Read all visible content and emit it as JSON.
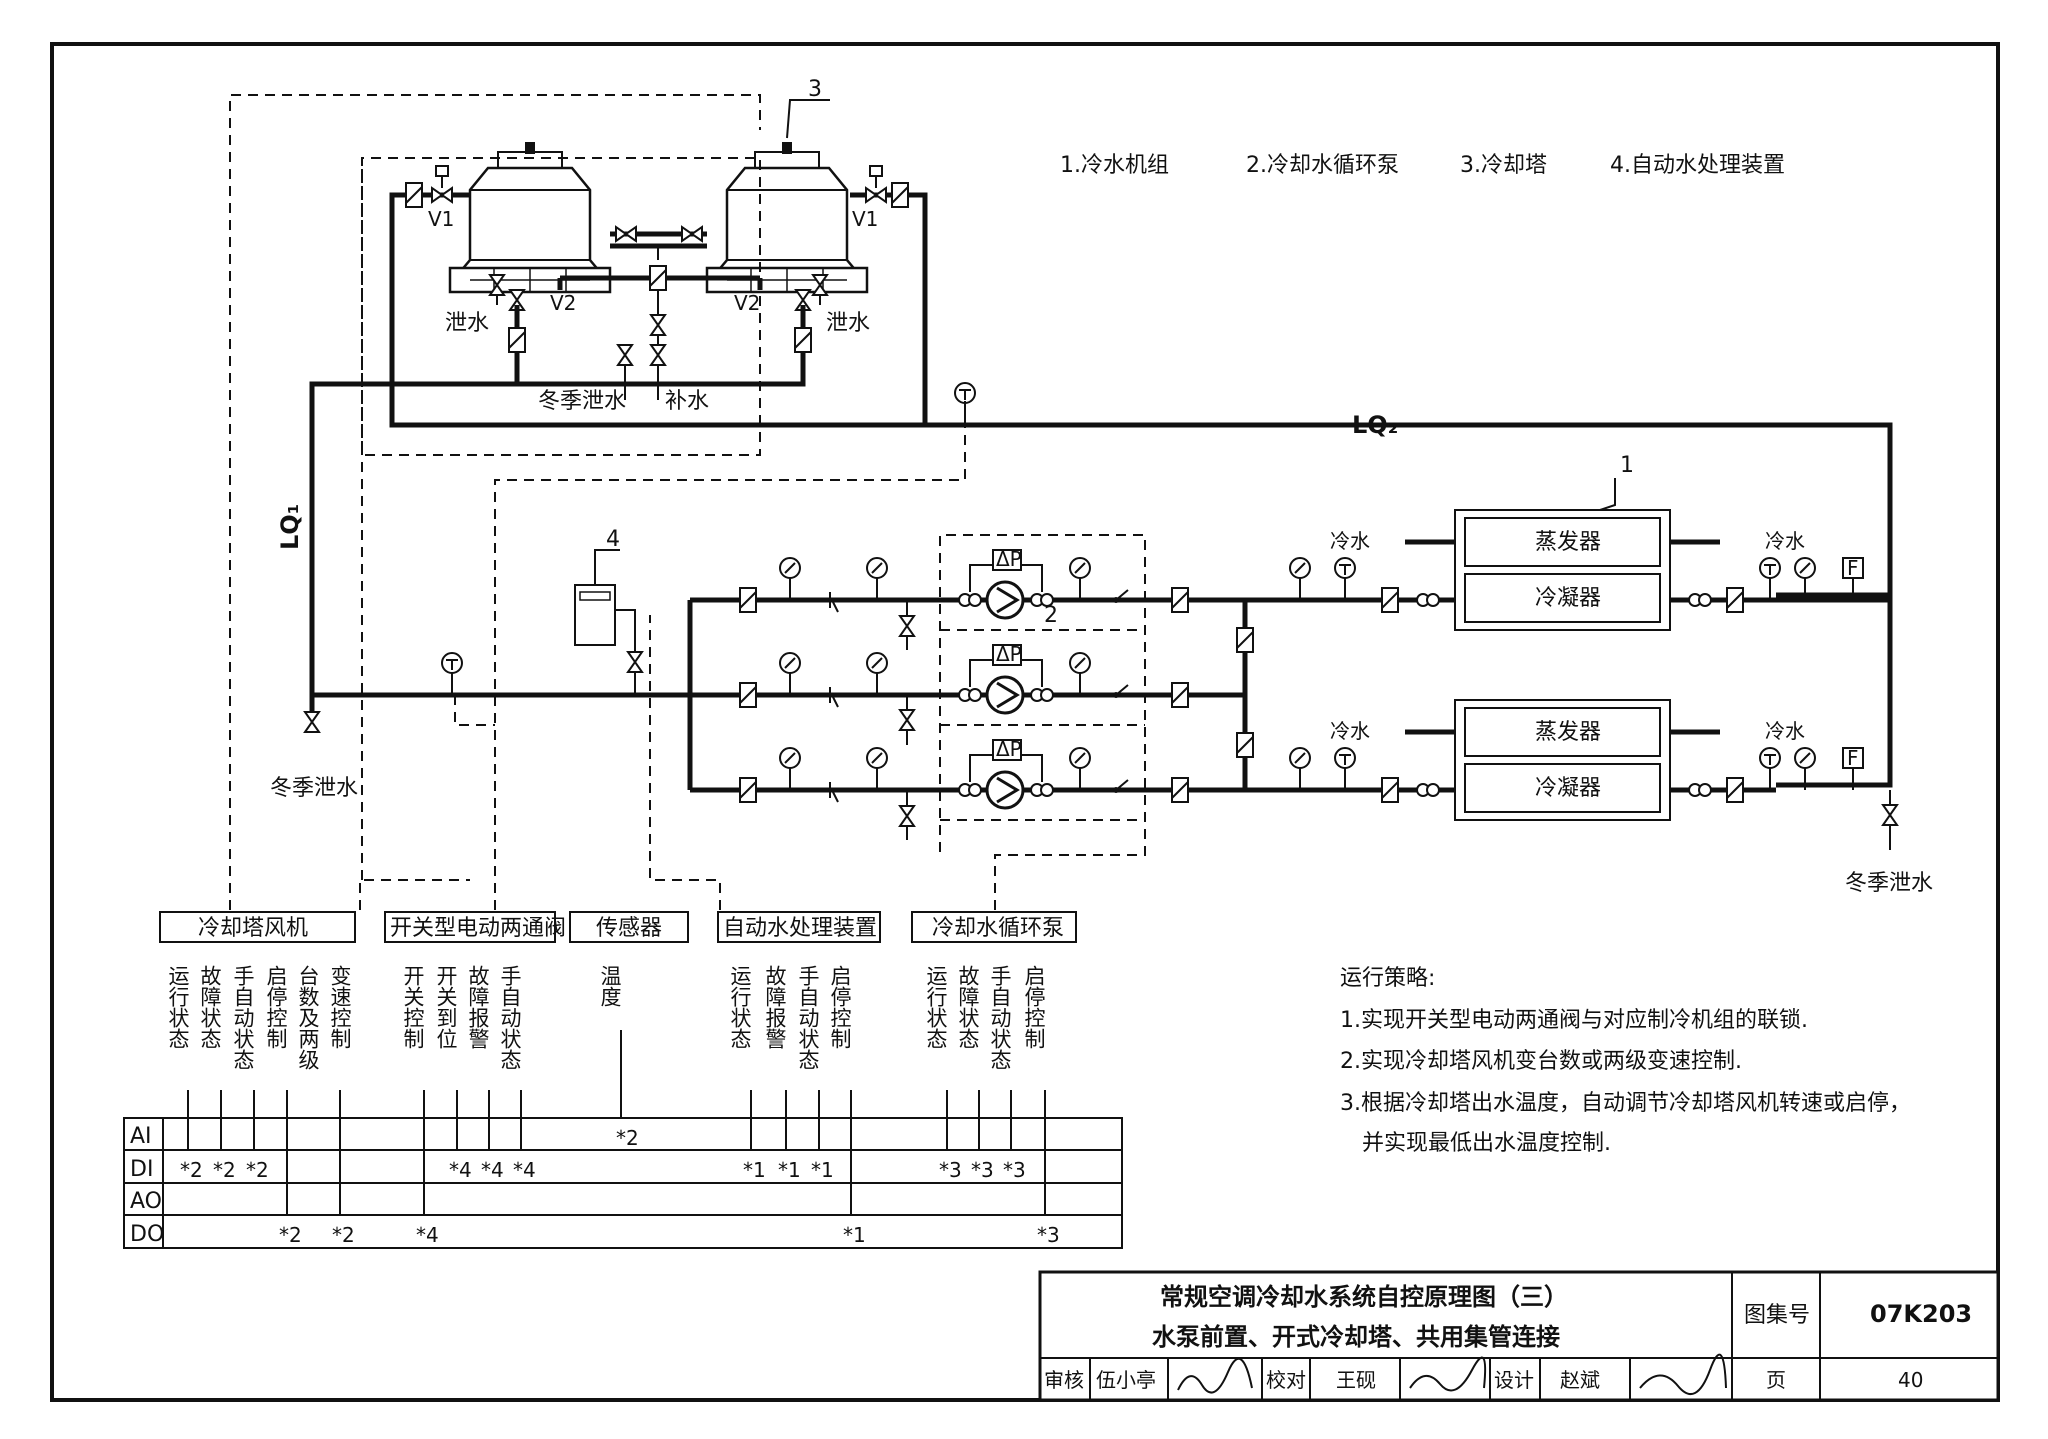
{
  "legend": [
    "1.冷水机组",
    "2.冷却水循环泵",
    "3.冷却塔",
    "4.自动水处理装置"
  ],
  "callouts": {
    "chiller": "1",
    "pump": "2",
    "tower": "3",
    "treatment": "4"
  },
  "pipe_labels": {
    "lq1": "LQ₁",
    "lq2": "LQ₂",
    "drain": "泄水",
    "winter_drain": "冬季泄水",
    "makeup": "补水",
    "chilled_water": "冷水",
    "evaporator": "蒸发器",
    "condenser": "冷凝器",
    "v1": "V1",
    "v2": "V2",
    "dp": "ΔP",
    "flow": "F"
  },
  "groups": [
    {
      "title": "冷却塔风机",
      "signals": [
        "运行状态",
        "故障状态",
        "手自动状态",
        "启停控制",
        "台数及两级",
        "变速控制"
      ]
    },
    {
      "title": "开关型电动两通阀",
      "signals": [
        "开关控制",
        "开关到位",
        "故障报警",
        "手自动状态"
      ]
    },
    {
      "title": "传感器",
      "signals": [
        "温度"
      ]
    },
    {
      "title": "自动水处理装置",
      "signals": [
        "运行状态",
        "故障报警",
        "手自动状态",
        "启停控制"
      ]
    },
    {
      "title": "冷却水循环泵",
      "signals": [
        "运行状态",
        "故障状态",
        "手自动状态",
        "启停控制"
      ]
    }
  ],
  "io_rows": [
    "AI",
    "DI",
    "AO",
    "DO"
  ],
  "io_marks": {
    "AI": [
      "*2"
    ],
    "DI": [
      "*2",
      "*2",
      "*2",
      "*4",
      "*4",
      "*4",
      "*1",
      "*1",
      "*1",
      "*3",
      "*3",
      "*3"
    ],
    "DO": [
      "*2",
      "*2",
      "*4",
      "*1",
      "*3"
    ]
  },
  "strategy": {
    "title": "运行策略:",
    "items": [
      "1.实现开关型电动两通阀与对应制冷机组的联锁.",
      "2.实现冷却塔风机变台数或两级变速控制.",
      "3.根据冷却塔出水温度，自动调节冷却塔风机转速或启停，",
      "并实现最低出水温度控制."
    ]
  },
  "title_block": {
    "title_line1": "常规空调冷却水系统自控原理图（三）",
    "title_line2": "水泵前置、开式冷却塔、共用集管连接",
    "atlas_label": "图集号",
    "atlas_no": "07K203",
    "review_label": "审核",
    "reviewer": "伍小亭",
    "check_label": "校对",
    "checker": "王砚",
    "design_label": "设计",
    "designer": "赵斌",
    "page_label": "页",
    "page_no": "40"
  }
}
